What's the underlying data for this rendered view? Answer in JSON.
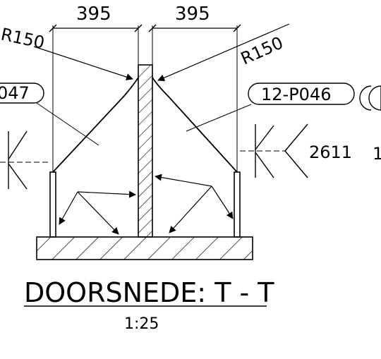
{
  "dimensions": {
    "left_width": "395",
    "right_width": "395"
  },
  "radii": {
    "left": "R150",
    "right": "R150"
  },
  "tags": {
    "left": "047",
    "center": "12-P046",
    "weld": "2611",
    "right_partial": "1"
  },
  "title": {
    "section": "DOORSNEDE: T - T",
    "scale": "1:25"
  }
}
